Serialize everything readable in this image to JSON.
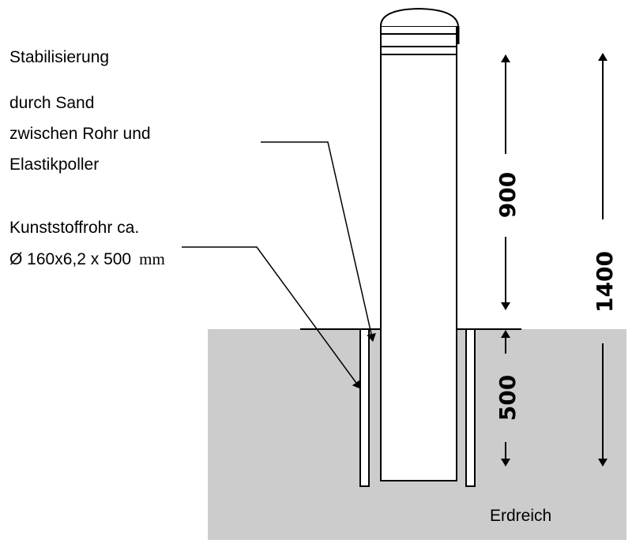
{
  "labels": {
    "stabilization_title": "Stabilisierung",
    "stabilization_line1": "durch Sand",
    "stabilization_line2": "zwischen Rohr und",
    "stabilization_line3": "Elastikpoller",
    "pipe_line1": "Kunststoffrohr ca.",
    "pipe_line2": "Ø 160x6,2 x 500",
    "pipe_unit": "mm",
    "ground": "Erdreich"
  },
  "dimensions": {
    "above_ground": "900",
    "below_ground": "500",
    "total": "1400"
  },
  "colors": {
    "ground": "#cccccc",
    "line": "#000000"
  }
}
